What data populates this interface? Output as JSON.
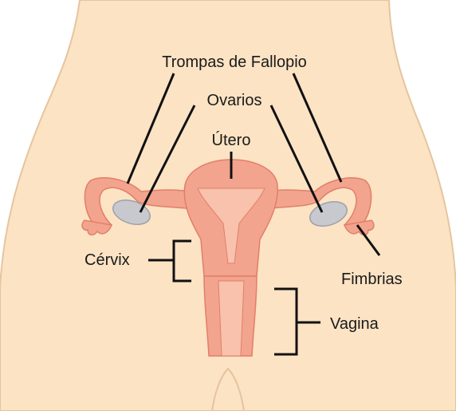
{
  "colors": {
    "skin": "#fbe3c4",
    "skin_edge": "#e6c49e",
    "organ": "#f2a48e",
    "organ_dark": "#e27f68",
    "organ_light": "#f8c2ad",
    "ovary": "#c7c9cf",
    "ovary_edge": "#9ea1a9",
    "line": "#111111"
  },
  "labels": {
    "fallopian_tubes": "Trompas de Fallopio",
    "ovaries": "Ovarios",
    "uterus": "Útero",
    "cervix": "Cérvix",
    "fimbriae": "Fimbrias",
    "vagina": "Vagina"
  }
}
